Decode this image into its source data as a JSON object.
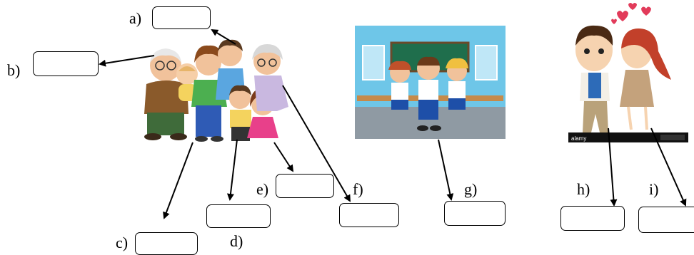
{
  "labels": {
    "a": "a)",
    "b": "b)",
    "c": "c)",
    "d": "d)",
    "e": "e)",
    "f": "f)",
    "g": "g)",
    "h": "h)",
    "i": "i)"
  },
  "watermark": "alamy",
  "colors": {
    "classroom_wall": "#6ec6e8",
    "chalkboard": "#1f6e4c",
    "floor": "#8f9aa3",
    "uniform_blue": "#1e4fa8",
    "grandma_hair": "#d8d8d8",
    "boy_shirt": "#5aa6e0"
  }
}
